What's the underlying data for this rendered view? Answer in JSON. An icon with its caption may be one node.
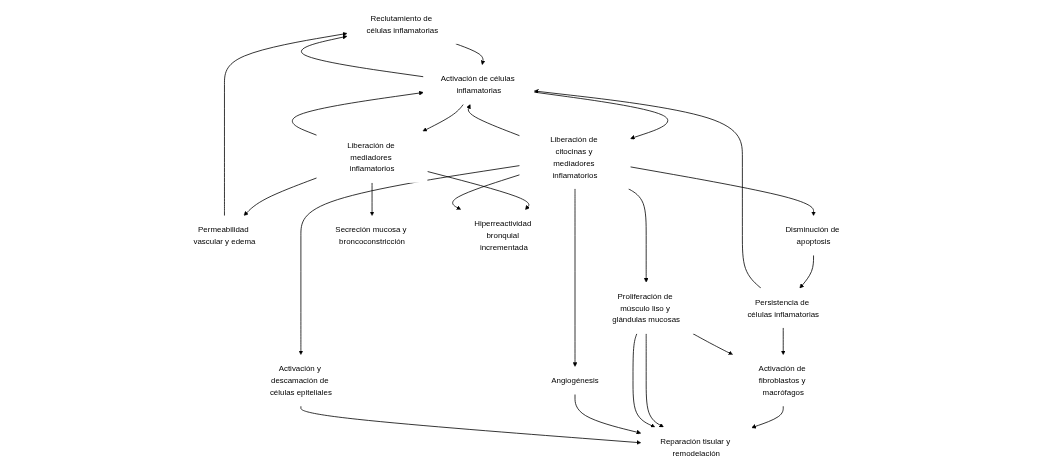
{
  "diagram": {
    "nodes": [
      {
        "text": [
          "Reclutamiento de células inflamatorias"
        ]
      },
      {
        "text": [
          "Persistencia de células inflamatorias"
        ]
      },
      {
        "text": [
          "Activación de fibroblastos y macrófagos"
        ]
      },
      {
        "text": [
          "Permeabilidad vascular y edema"
        ]
      },
      {
        "text": [
          "Activación de células inflamatorias"
        ]
      },
      {
        "text": [
          "Disminución de apoptosis"
        ]
      },
      {
        "text": [
          "Reparación tisular y remodelación"
        ]
      },
      {
        "text": [
          "Liberación de mediadores inflamatorios"
        ]
      },
      {
        "text": [
          "Proliferación de músculo liso y glándulas mucosas"
        ]
      },
      {
        "text": [
          "Liberación de citocinas y mediadores inflamatorios"
        ]
      },
      {
        "text": [
          "Angiogénesis"
        ]
      },
      {
        "text": [
          "Secreción mucosa y broncoconstricción"
        ]
      },
      {
        "text": [
          "Hiperreactividad bronquial incrementada"
        ]
      },
      {
        "text": [
          "Activación y descamación de células epiteliales"
        ]
      }
    ],
    "edges": [
      {
        "from": 0,
        "to": 4,
        "arrow": "to"
      },
      {
        "from": 1,
        "to": 4,
        "arrow": "to"
      },
      {
        "from": 4,
        "to": 0,
        "arrow": "to"
      },
      {
        "from": 3,
        "to": 0,
        "arrow": "to"
      },
      {
        "from": 7,
        "to": 3,
        "arrow": "to"
      },
      {
        "from": 7,
        "to": 4,
        "arrow": "to"
      },
      {
        "from": 4,
        "to": 7,
        "arrow": "to"
      },
      {
        "from": 4,
        "to": 9,
        "arrow": "to"
      },
      {
        "from": 9,
        "to": 4,
        "arrow": "to"
      },
      {
        "from": 7,
        "to": 11,
        "arrow": "to"
      },
      {
        "from": 7,
        "to": 12,
        "arrow": "to"
      },
      {
        "from": 9,
        "to": 12,
        "arrow": "to"
      },
      {
        "from": 9,
        "to": 5,
        "arrow": "to"
      },
      {
        "from": 5,
        "to": 1,
        "arrow": "to"
      },
      {
        "from": 1,
        "to": 2,
        "arrow": "to"
      },
      {
        "from": 2,
        "to": 6,
        "arrow": "to"
      },
      {
        "from": 9,
        "to": 8,
        "arrow": "to"
      },
      {
        "from": 9,
        "to": 10,
        "arrow": "to"
      },
      {
        "from": 9,
        "to": 13,
        "arrow": "to"
      },
      {
        "from": 8,
        "to": 2,
        "arrow": "to"
      },
      {
        "from": 8,
        "to": 6,
        "arrow": "to"
      },
      {
        "from": 8,
        "to": 6,
        "arrow": "to"
      },
      {
        "from": 10,
        "to": 6,
        "arrow": "to"
      },
      {
        "from": 13,
        "to": 6,
        "arrow": "to"
      }
    ]
  }
}
